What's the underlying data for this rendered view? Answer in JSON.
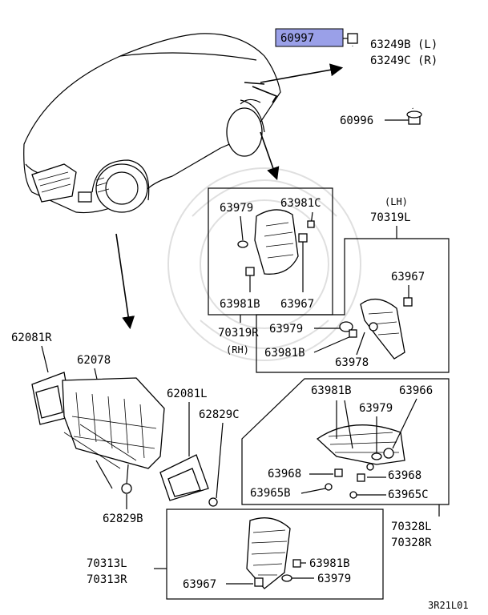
{
  "diagram": {
    "highlight_color": "#9aa0e8",
    "highlighted_part": "60997",
    "code": "3R21L01",
    "side_labels": {
      "rh": "(RH)",
      "lh": "(LH)"
    },
    "labels": {
      "p60997": "60997",
      "p63249B": "63249B (L)",
      "p63249C": "63249C (R)",
      "p60996": "60996",
      "p63979_a": "63979",
      "p63981C": "63981C",
      "p63981B_a": "63981B",
      "p63967_a": "63967",
      "p70319R": "70319R",
      "p70319L": "70319L",
      "p63967_b": "63967",
      "p63979_b": "63979",
      "p63981B_b": "63981B",
      "p63978": "63978",
      "p62081R": "62081R",
      "p62078": "62078",
      "p62081L": "62081L",
      "p62829C": "62829C",
      "p62829B": "62829B",
      "p63981B_c": "63981B",
      "p63966": "63966",
      "p63979_c": "63979",
      "p63968_a": "63968",
      "p63968_b": "63968",
      "p63965B": "63965B",
      "p63965C": "63965C",
      "p70328L": "70328L",
      "p70328R": "70328R",
      "p70313L": "70313L",
      "p70313R": "70313R",
      "p63967_c": "63967",
      "p63981B_d": "63981B",
      "p63979_d": "63979"
    }
  }
}
